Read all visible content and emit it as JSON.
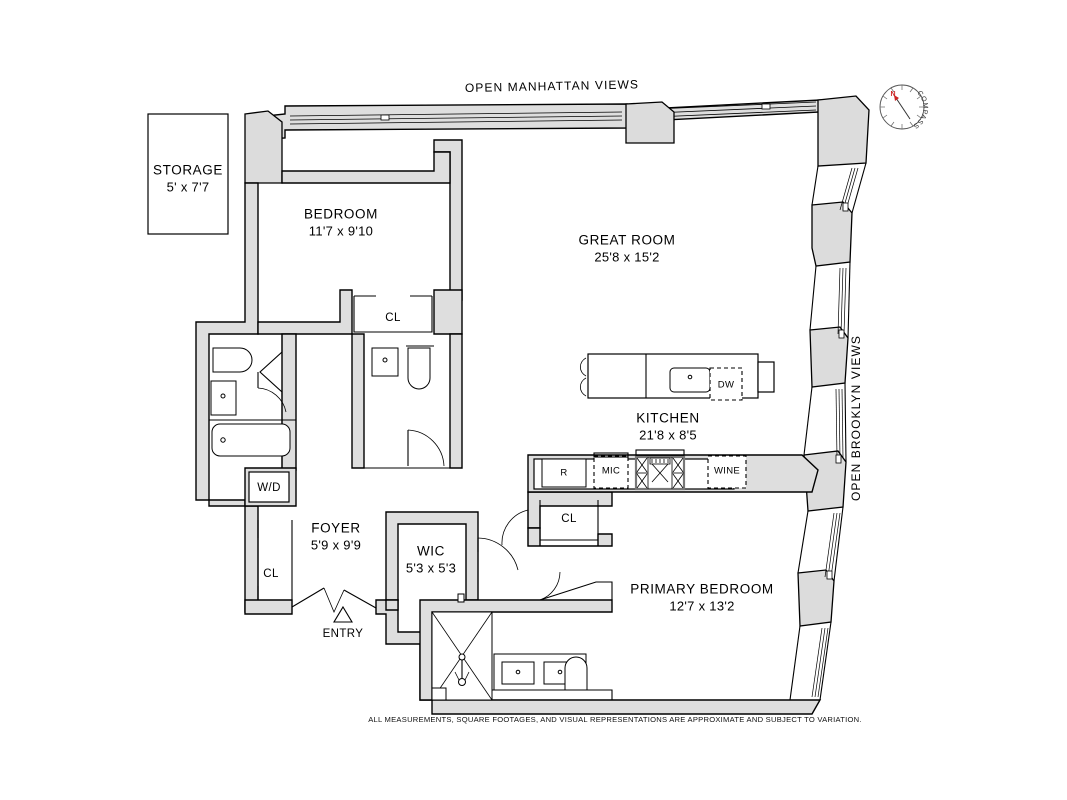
{
  "document": {
    "type": "residential-floor-plan",
    "disclaimer": "ALL MEASUREMENTS, SQUARE FOOTAGES, AND VISUAL REPRESENTATIONS ARE APPROXIMATE AND SUBJECT TO VARIATION."
  },
  "rooms": [
    {
      "id": "storage",
      "label": "STORAGE",
      "dimensions": "5' x 7'7"
    },
    {
      "id": "bedroom",
      "label": "BEDROOM",
      "dimensions": "11'7 x 9'10"
    },
    {
      "id": "great_room",
      "label": "GREAT ROOM",
      "dimensions": "25'8 x 15'2"
    },
    {
      "id": "kitchen",
      "label": "KITCHEN",
      "dimensions": "21'8 x 8'5"
    },
    {
      "id": "foyer",
      "label": "FOYER",
      "dimensions": "5'9 x 9'9"
    },
    {
      "id": "wic",
      "label": "WIC",
      "dimensions": "5'3 x 5'3"
    },
    {
      "id": "primary_bedroom",
      "label": "PRIMARY BEDROOM",
      "dimensions": "12'7 x 13'2"
    }
  ],
  "closets": [
    {
      "id": "cl_bedroom",
      "label": "CL"
    },
    {
      "id": "cl_kitchen",
      "label": "CL"
    },
    {
      "id": "cl_foyer",
      "label": "CL"
    }
  ],
  "appliances": [
    {
      "id": "washer_dryer",
      "label": "W/D"
    },
    {
      "id": "dishwasher",
      "label": "DW"
    },
    {
      "id": "refrigerator",
      "label": "R"
    },
    {
      "id": "microwave",
      "label": "MIC"
    },
    {
      "id": "wine_fridge",
      "label": "WINE"
    }
  ],
  "markers": [
    {
      "id": "entry",
      "label": "ENTRY"
    }
  ],
  "view_callouts": [
    {
      "id": "manhattan_views",
      "label": "OPEN  MANHATTAN  VIEWS"
    },
    {
      "id": "brooklyn_views",
      "label": "OPEN  BROOKLYN  VIEWS"
    }
  ],
  "compass": {
    "label": "COMPASS",
    "north_label": "N",
    "needle_color": "#cc2222"
  },
  "colors": {
    "wall_fill": "#dedede",
    "outline": "#000000",
    "background": "#ffffff",
    "fixture_fill": "#ffffff"
  }
}
